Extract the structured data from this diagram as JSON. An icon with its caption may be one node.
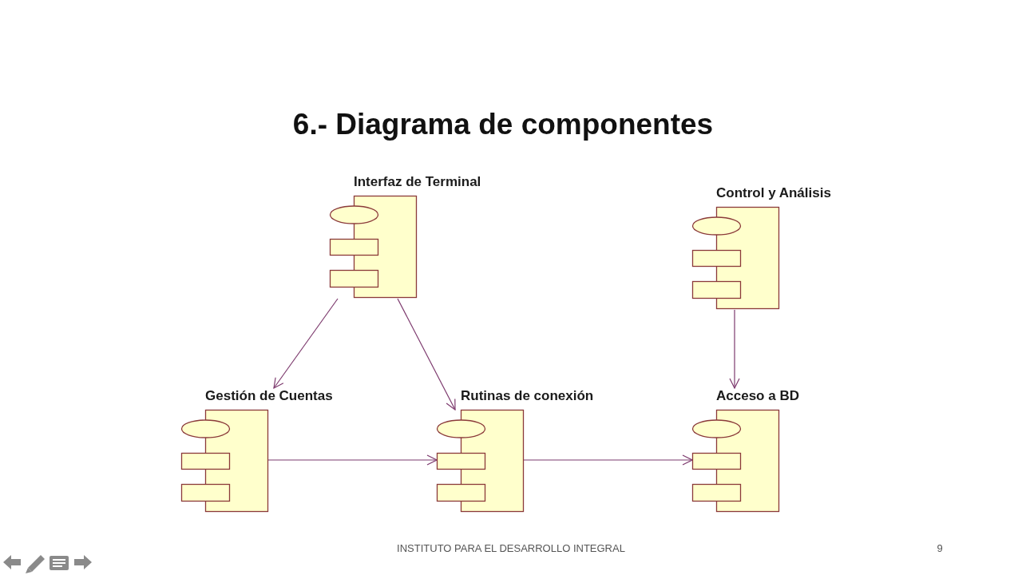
{
  "diagram": {
    "title": "6.- Diagrama de componentes",
    "nodes": [
      {
        "text": [
          "Interfaz de Terminal"
        ]
      },
      {
        "text": [
          "Control y Análisis"
        ]
      },
      {
        "text": [
          "Gestión de Cuentas"
        ]
      },
      {
        "text": [
          "Rutinas de conexión"
        ]
      },
      {
        "text": [
          "Acceso a BD"
        ]
      }
    ],
    "edges": [
      {
        "from": 0,
        "to": 2,
        "arrow": "to"
      },
      {
        "from": 0,
        "to": 3,
        "arrow": "to"
      },
      {
        "from": 1,
        "to": 4,
        "arrow": "to"
      },
      {
        "from": 2,
        "to": 3,
        "arrow": "to"
      },
      {
        "from": 3,
        "to": 4,
        "arrow": "to"
      }
    ],
    "labels": [
      "INSTITUTO PARA EL DESARROLLO INTEGRAL",
      "9"
    ]
  }
}
